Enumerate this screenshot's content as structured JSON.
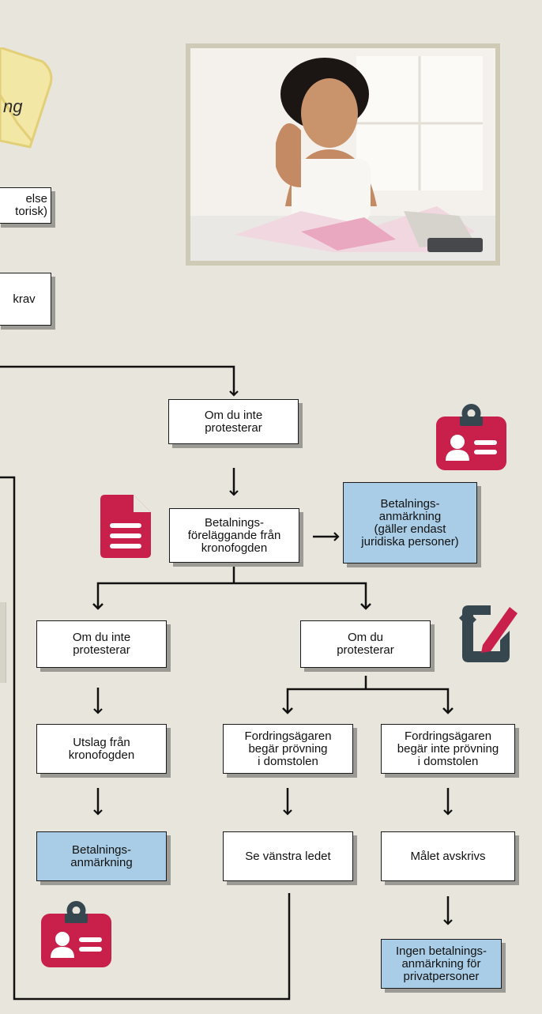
{
  "header": {
    "envelope_text": "ng"
  },
  "boxes": {
    "top_left_1": "else\ntorisk)",
    "top_left_2": "krav",
    "no_protest_1": "Om du inte\nprotesterar",
    "order": "Betalnings-\nföreläggande från\nkronofogden",
    "mark_legal": "Betalnings-\nanmärkning\n(gäller endast\njuridiska personer)",
    "no_protest_2": "Om du inte\nprotesterar",
    "protest": "Om du\nprotesterar",
    "ruling": "Utslag från\nkronofogden",
    "creditor_court": "Fordringsägaren\nbegär prövning\ni domstolen",
    "creditor_no_court": "Fordringsägaren\nbegär inte prövning\ni domstolen",
    "mark": "Betalnings-\nanmärkning",
    "see_left": "Se vänstra ledet",
    "case_dismissed": "Målet avskrivs",
    "no_mark_private": "Ingen betalnings-\nanmärkning för\nprivatpersoner"
  },
  "icons": [
    "id-badge-icon",
    "document-icon",
    "edit-document-icon",
    "id-badge-icon"
  ],
  "colors": {
    "background": "#e8e6dc",
    "highlight": "#a9cde6",
    "accent_red": "#c8204a",
    "icon_slate": "#37474f"
  }
}
